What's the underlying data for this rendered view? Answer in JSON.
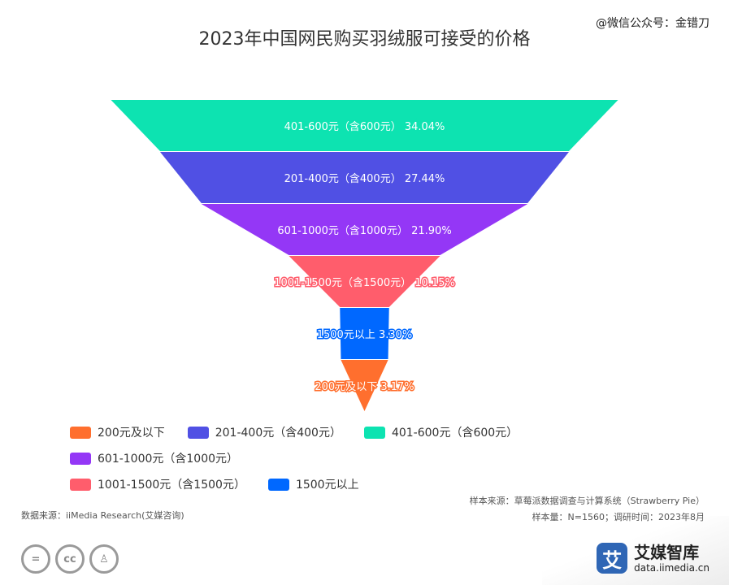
{
  "watermark": "@微信公众号：金错刀",
  "chart_data": {
    "type": "funnel",
    "title": "2023年中国网民购买羽绒服可接受的价格",
    "segments": [
      {
        "name": "401-600元（含600元）",
        "value": 34.04,
        "label": "401-600元（含600元）  34.04%",
        "color": "#0de3b1"
      },
      {
        "name": "201-400元（含400元）",
        "value": 27.44,
        "label": "201-400元（含400元）  27.44%",
        "color": "#5050e4"
      },
      {
        "name": "601-1000元（含1000元）",
        "value": 21.9,
        "label": "601-1000元（含1000元）  21.90%",
        "color": "#9437f6"
      },
      {
        "name": "1001-1500元（含1500元）",
        "value": 10.15,
        "label": "1001-1500元（含1500元）  10.15%",
        "color": "#ff5d6c"
      },
      {
        "name": "1500元以上",
        "value": 3.3,
        "label": "1500元以上 3.30%",
        "color": "#0068ff"
      },
      {
        "name": "200元及以下",
        "value": 3.17,
        "label": "200元及以下 3.17%",
        "color": "#ff6f2e"
      }
    ],
    "legend": [
      {
        "label": "200元及以下",
        "color": "#ff6f2e"
      },
      {
        "label": "201-400元（含400元）",
        "color": "#5050e4"
      },
      {
        "label": "401-600元（含600元）",
        "color": "#0de3b1"
      },
      {
        "label": "601-1000元（含1000元）",
        "color": "#9437f6"
      },
      {
        "label": "1001-1500元（含1500元）",
        "color": "#ff5d6c"
      },
      {
        "label": "1500元以上",
        "color": "#0068ff"
      }
    ]
  },
  "footer": {
    "source_left": "数据来源：iiMedia Research(艾媒咨询)",
    "sample_source": "样本来源：草莓派数据调查与计算系统（Strawberry Pie）",
    "sample_size": "样本量：N=1560；调研时间：2023年8月"
  },
  "license_icons": [
    {
      "name": "equal-icon",
      "glyph": "="
    },
    {
      "name": "cc-icon",
      "glyph": "cc"
    },
    {
      "name": "person-icon",
      "glyph": "♙"
    }
  ],
  "brand": {
    "logo_glyph": "艾",
    "name": "艾媒智库",
    "url": "data.iimedia.cn"
  }
}
